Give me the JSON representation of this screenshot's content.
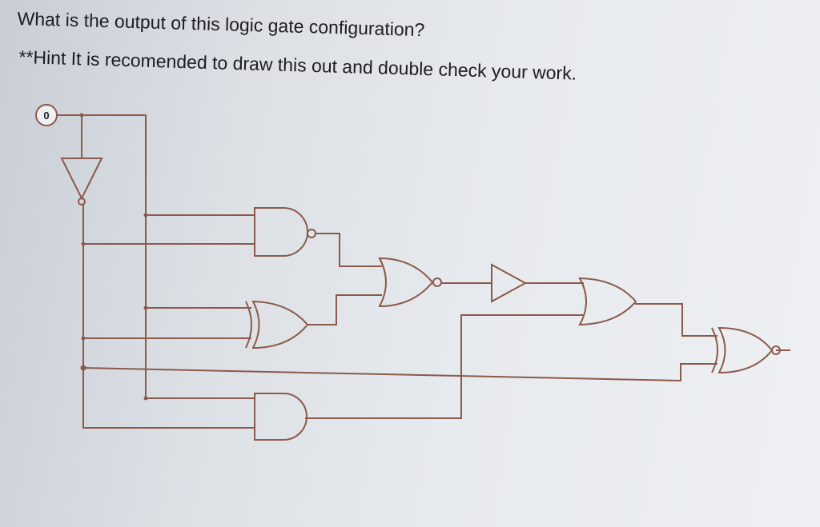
{
  "question": "What is the output of this logic gate configuration?",
  "hint": "**Hint It is recomended to draw this out and double check your work.",
  "input": {
    "value": "0"
  },
  "gates": [
    {
      "id": "not-input",
      "type": "NOT"
    },
    {
      "id": "and-top",
      "type": "NAND"
    },
    {
      "id": "xor-middle",
      "type": "XOR"
    },
    {
      "id": "nor-center",
      "type": "NOR"
    },
    {
      "id": "buffer",
      "type": "BUFFER"
    },
    {
      "id": "or-right",
      "type": "OR"
    },
    {
      "id": "and-bottom",
      "type": "AND"
    },
    {
      "id": "xnor-output",
      "type": "XNOR"
    }
  ],
  "colors": {
    "wire": "#8a5a4a",
    "text": "#1d1d22"
  }
}
